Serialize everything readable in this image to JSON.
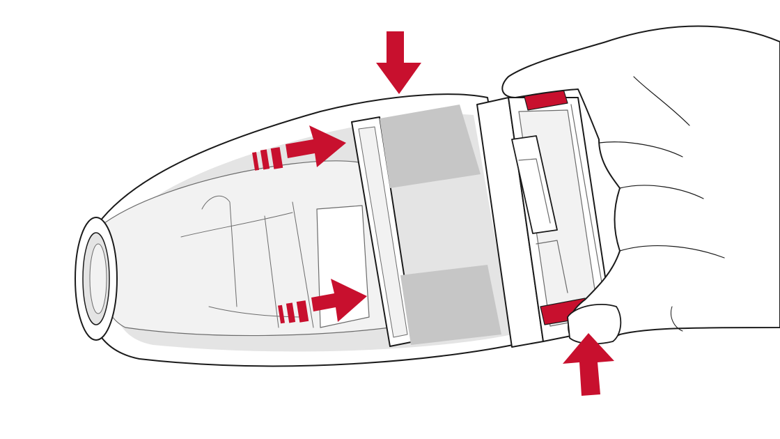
{
  "diagram": {
    "subject": "handheld-vacuum-dust-container-assembly",
    "colors": {
      "outline": "#1a1a1a",
      "body_fill": "#ffffff",
      "shell_light": "#f2f2f2",
      "shell_mid": "#e4e4e4",
      "shell_dark": "#c6c6c6",
      "accent": "#c8102e"
    },
    "arrows": [
      {
        "id": "arrow-top-down",
        "direction": "down"
      },
      {
        "id": "arrow-upper-push",
        "direction": "right"
      },
      {
        "id": "arrow-lower-push",
        "direction": "right"
      },
      {
        "id": "arrow-bottom-up",
        "direction": "up"
      }
    ],
    "release_buttons": [
      {
        "id": "release-button-top",
        "position": "top"
      },
      {
        "id": "release-button-bottom",
        "position": "bottom"
      }
    ]
  }
}
